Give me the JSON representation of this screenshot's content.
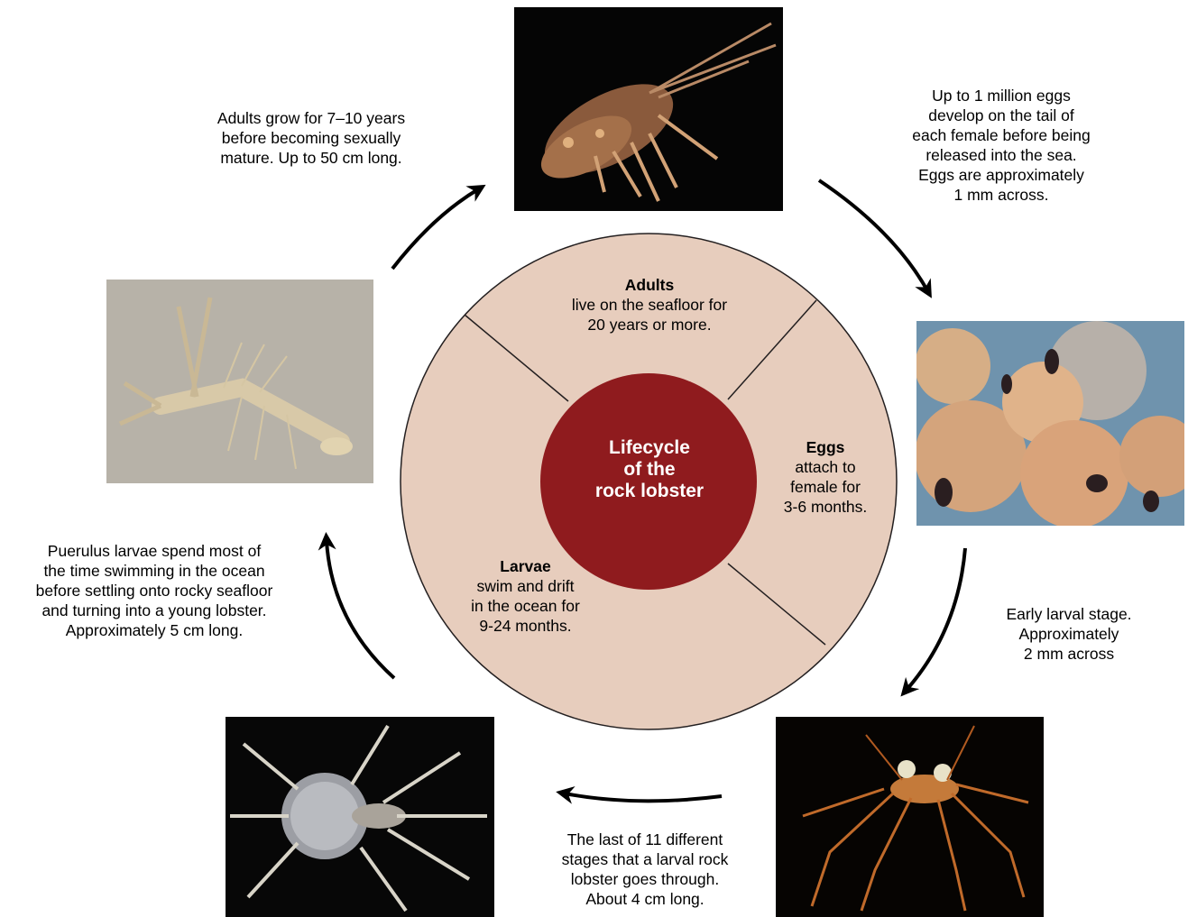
{
  "center": {
    "title": "Lifecycle\nof the\nrock lobster"
  },
  "segments": {
    "adults": {
      "heading": "Adults",
      "body": "live on the seafloor for\n20 years or more."
    },
    "eggs": {
      "heading": "Eggs",
      "body": "attach to\nfemale for\n3-6 months."
    },
    "larvae": {
      "heading": "Larvae",
      "body": "swim and drift\nin the ocean for\n9-24 months."
    }
  },
  "captions": {
    "adult_growth": "Adults grow for 7–10 years\nbefore becoming sexually\nmature. Up to 50 cm long.",
    "eggs": "Up to 1 million eggs\ndevelop on the tail of\neach female before being\nreleased into the sea.\nEggs are approximately\n1 mm across.",
    "early_larva": "Early larval stage.\nApproximately\n2 mm across",
    "last_larva": "The last of 11 different\nstages that a larval rock\nlobster goes through.\nAbout 4 cm long.",
    "puerulus": "Puerulus larvae spend most of\nthe time swimming in the ocean\nbefore settling onto rocky seafloor\nand turning into a young  lobster.\nApproximately 5 cm long."
  },
  "colors": {
    "wheel_fill": "#e7cdbd",
    "center_fill": "#8f1b1e",
    "divider": "#231f20",
    "arrow": "#000000"
  }
}
